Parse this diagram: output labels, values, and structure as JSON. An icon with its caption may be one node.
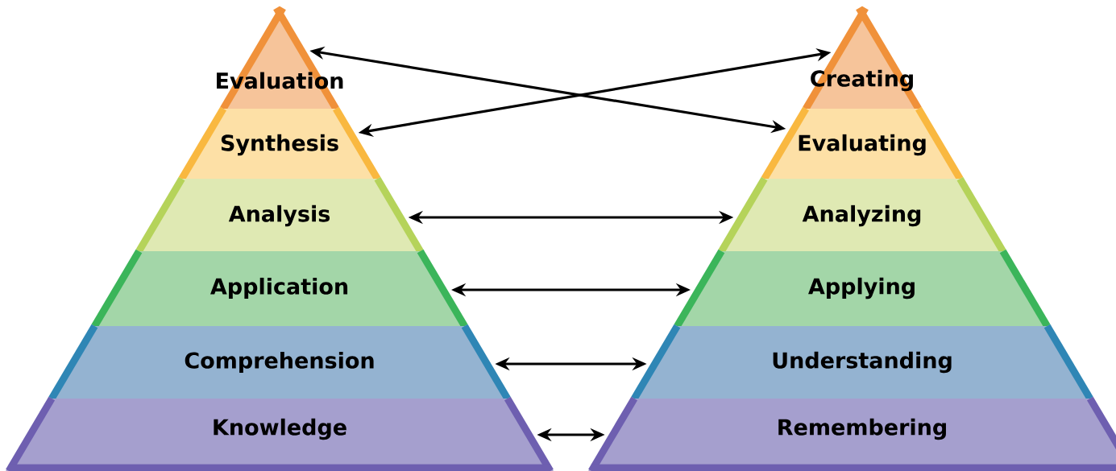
{
  "diagram": {
    "nodes": [
      {
        "text": [
          "Evaluation"
        ]
      },
      {
        "text": [
          "Synthesis"
        ]
      },
      {
        "text": [
          "Analysis"
        ]
      },
      {
        "text": [
          "Application"
        ]
      },
      {
        "text": [
          "Comprehension"
        ]
      },
      {
        "text": [
          "Knowledge"
        ]
      },
      {
        "text": [
          "Creating"
        ]
      },
      {
        "text": [
          "Evaluating"
        ]
      },
      {
        "text": [
          "Analyzing"
        ]
      },
      {
        "text": [
          "Applying"
        ]
      },
      {
        "text": [
          "Understanding"
        ]
      },
      {
        "text": [
          "Remembering"
        ]
      }
    ],
    "edges": [
      {
        "from": 0,
        "to": 7,
        "arrow": "both"
      },
      {
        "from": 1,
        "to": 6,
        "arrow": "both"
      },
      {
        "from": 2,
        "to": 8,
        "arrow": "both"
      },
      {
        "from": 3,
        "to": 9,
        "arrow": "both"
      },
      {
        "from": 4,
        "to": 10,
        "arrow": "both"
      },
      {
        "from": 5,
        "to": 11,
        "arrow": "both"
      }
    ]
  }
}
